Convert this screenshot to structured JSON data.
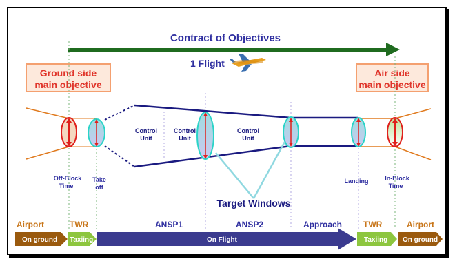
{
  "contract": {
    "label": "Contract of Objectives"
  },
  "flight": {
    "label": "1 Flight",
    "icon": "airplane-icon"
  },
  "objectives": {
    "ground": {
      "line1": "Ground side",
      "line2": "main objective"
    },
    "air": {
      "line1": "Air side",
      "line2": "main objective"
    }
  },
  "control_units": [
    {
      "line1": "Control",
      "line2": "Unit"
    },
    {
      "line1": "Control",
      "line2": "Unit"
    },
    {
      "line1": "Control",
      "line2": "Unit"
    }
  ],
  "events": {
    "off_block": {
      "line1": "Off-Block",
      "line2": "Time"
    },
    "take_off": {
      "line1": "Take",
      "line2": "off"
    },
    "landing": {
      "line1": "Landing"
    },
    "in_block": {
      "line1": "In-Block",
      "line2": "Time"
    }
  },
  "target_windows": {
    "label": "Target Windows"
  },
  "phases": {
    "airport_left": "Airport",
    "twr_left": "TWR",
    "ansp1": "ANSP1",
    "ansp2": "ANSP2",
    "approach": "Approach",
    "twr_right": "TWR",
    "airport_right": "Airport"
  },
  "arrows": {
    "on_ground_left": "On ground",
    "taxiing_left": "Taxiing",
    "on_flight": "On Flight",
    "taxiing_right": "Taxiing",
    "on_ground_right": "On ground"
  },
  "colors": {
    "green_arrow": "#1f6b1f",
    "navy": "#1a1a80",
    "blue_text": "#2f2fa0",
    "orange_text": "#c8761a",
    "brown_arrow": "#9a5a0e",
    "light_green": "#8dc63f",
    "indigo_arrow": "#3b3b8f",
    "teal": "#2ad4c8",
    "red": "#e0201c"
  }
}
